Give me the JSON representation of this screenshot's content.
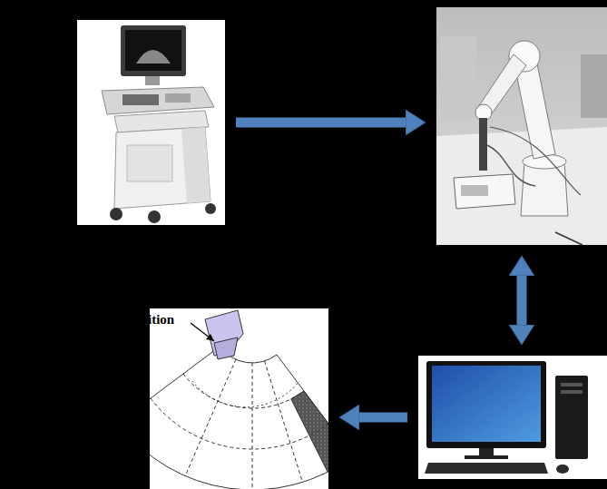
{
  "diagram": {
    "nodes": [
      {
        "text": []
      },
      {
        "text": []
      },
      {
        "text": [
          "ition"
        ]
      },
      {
        "text": []
      }
    ],
    "edges": [
      {
        "from": 0,
        "to": 1,
        "arrow": "to"
      },
      {
        "from": 1,
        "to": 3,
        "arrow": "both"
      },
      {
        "from": 3,
        "to": 2,
        "arrow": "to"
      }
    ]
  }
}
